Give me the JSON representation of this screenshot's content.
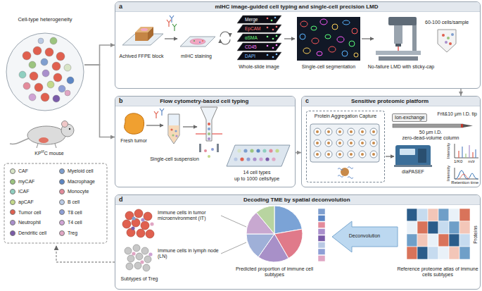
{
  "diagram": {
    "nodes": [
      {
        "text": [
          "Cell-type heterogeneity"
        ]
      },
      {
        "text": [
          "a",
          "mIHC image-guided cell typing and single-cell precision LMD"
        ]
      },
      {
        "text": [
          "b",
          "Flow cytometry-based cell typing"
        ]
      },
      {
        "text": [
          "c",
          "Sensitive proteomic platform"
        ]
      },
      {
        "text": [
          "Protein Aggregation Capture"
        ],
        "in": 3
      },
      {
        "text": [
          "Ion-exchange"
        ],
        "in": 3
      },
      {
        "text": [
          "d",
          "Decoding TME by spatial deconvolution"
        ]
      }
    ],
    "edges": [
      {
        "from": 0,
        "to": 1,
        "arrow": "to"
      },
      {
        "from": 0,
        "to": 2,
        "arrow": "to"
      },
      {
        "from": 1,
        "to": 3,
        "arrow": "to"
      },
      {
        "from": 2,
        "to": 3,
        "arrow": "to"
      }
    ],
    "labels": [
      "KP",
      "f/f",
      "C mouse",
      "Achived FFPE block",
      "mIHC staining",
      "Merge",
      "EpCAM",
      "αSMA",
      "CD45",
      "DAPI",
      "Whole-slide image",
      "Single-cell segmentation",
      "60-100 cells/sample",
      "No-failure LMD with sticky-cap",
      "Fresh tumor",
      "Single-cell suspension",
      "14 cell types",
      "up to 1000 cells/type",
      "Frit&10 μm I.D. tip",
      "50 μm I.D.",
      "zero-dead-volume column",
      "diaPASEF",
      "Intensity",
      "1/K0",
      "m/z",
      "Intensity",
      "Retention time",
      "Immune cells in tumor microenvironment (IT)",
      "Immune cells in lymph node (LN)",
      "Subtypes of Treg",
      "Predicted proportion of immune cell subtypes",
      "Deconvolution",
      "Proteins",
      "Reference proteome atlas of immune cells subtypes"
    ],
    "legend": [
      {
        "text": "CAF",
        "color": "#d7e4c6"
      },
      {
        "text": "Myeloid cell",
        "color": "#7f9fcf"
      },
      {
        "text": "myCAF",
        "color": "#9cc47f"
      },
      {
        "text": "Macrophage",
        "color": "#5c86c4"
      },
      {
        "text": "iCAF",
        "color": "#8fcfc0"
      },
      {
        "text": "Monocyte",
        "color": "#e38b9b"
      },
      {
        "text": "apCAF",
        "color": "#c3d98a"
      },
      {
        "text": "B cell",
        "color": "#b9c9e4"
      },
      {
        "text": "Tumor cell",
        "color": "#e0604f"
      },
      {
        "text": "T8 cell",
        "color": "#8e9fd6"
      },
      {
        "text": "Neutrophil",
        "color": "#a98fcc"
      },
      {
        "text": "T4 cell",
        "color": "#cfa3d4"
      },
      {
        "text": "Dendritic cell",
        "color": "#7a5ba8"
      },
      {
        "text": "Treg",
        "color": "#e0a6c4"
      }
    ]
  }
}
